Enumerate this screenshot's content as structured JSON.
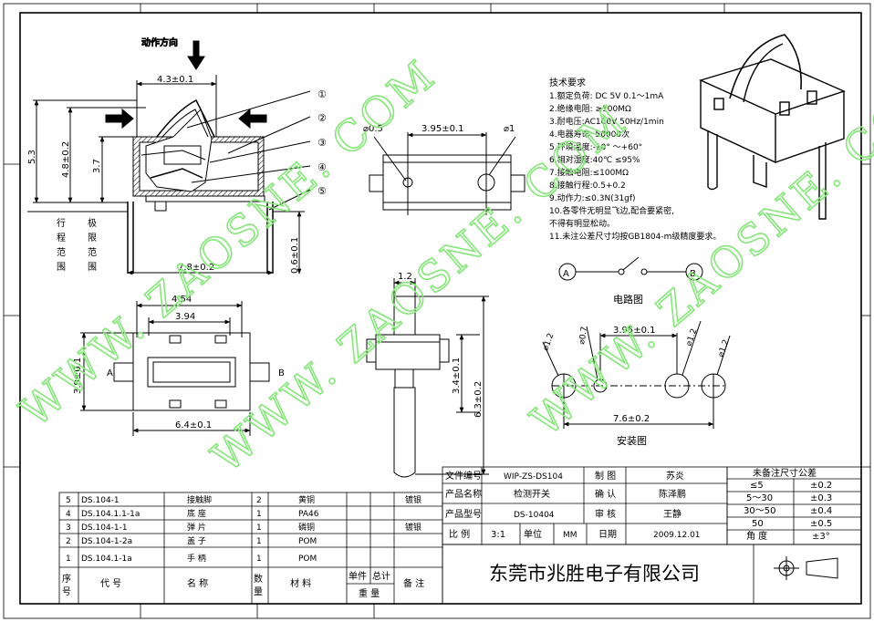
{
  "action_direction": "动作方向",
  "callouts": [
    "①",
    "②",
    "③",
    "④",
    "⑤"
  ],
  "dims": {
    "top_width": "4.3±0.1",
    "total_height": "5.3",
    "height_48": "4.8±0.2",
    "height_37": "3.7",
    "base_width": "7.8±0.2",
    "pin_height": "0.6±0.1",
    "stroke_travel": "行程范围",
    "limit_range": "极限范围",
    "hole_spacing": "3.95±0.1",
    "hole_left": "⌀0.5",
    "hole_right": "⌀1",
    "bottom_454": "4.54",
    "bottom_394": "3.94",
    "bottom_height": "3.9±0.1",
    "bottom_width": "6.4±0.1",
    "label_a": "A",
    "label_b": "B",
    "side_12": "1.2",
    "side_34": "3.4±0.1",
    "side_63": "6.3±0.2",
    "mount_spacing": "3.95±0.1",
    "mount_total": "7.6±0.2",
    "mount_d1": "⌀1.2",
    "mount_d2": "⌀0.7",
    "mount_d3": "⌀1.2",
    "mount_d4": "⌀1.2"
  },
  "tech": {
    "title": "技术要求",
    "items": [
      "1.额定负荷: DC 5V  0.1～1mA",
      "2.绝缘电阻: ≥100MΩ",
      "3.耐电压:AC100V 50Hz/1min",
      "4.电器寿命: 50000次",
      "5.环境温度:-10° ～+60°",
      "6.相对湿度:40℃  ≤95%",
      "7.接触电阻:≤100MΩ",
      "8.接触行程:0.5+0.2",
      "9.动作力:≤0.3N(31gf)",
      "10.各零件无明显飞边,配合要紧密,",
      "   不得有明显松动。",
      "11.未注公差尺寸均按GB1804-m级精度要求。"
    ]
  },
  "circuit": {
    "a": "A",
    "b": "B",
    "label": "电路图"
  },
  "mount_label": "安装图",
  "watermark": "WWW. ZAOSNE. COM",
  "bom": {
    "rows": [
      [
        "5",
        "DS.104-1",
        "接触脚",
        "2",
        "黄铜",
        "",
        "",
        "镀银"
      ],
      [
        "4",
        "DS.104.1.1-1a",
        "底 座",
        "1",
        "PA46",
        "",
        "",
        ""
      ],
      [
        "3",
        "DS.104-1-1",
        "弹 片",
        "1",
        "磷铜",
        "",
        "",
        "镀银"
      ],
      [
        "2",
        "DS.104-1-2a",
        "盖 子",
        "1",
        "POM",
        "",
        "",
        ""
      ],
      [
        "1",
        "DS.104.1-1a",
        "手 柄",
        "1",
        "POM",
        "",
        "",
        ""
      ]
    ],
    "headers": {
      "seq": "序号",
      "code": "代 号",
      "name": "名 称",
      "qty": "数量",
      "mat": "材 料",
      "unit": "单件",
      "total": "总计",
      "weight": "重 量",
      "note": "备 注"
    }
  },
  "title_block": {
    "doc_no_label": "文件编号",
    "doc_no": "WIP-ZS-DS104",
    "draw_label": "制 图",
    "draw": "苏炎",
    "product_name_label": "产品名称",
    "product_name": "检测开关",
    "check_label": "确 认",
    "check": "陈泽鹏",
    "model_label": "产品型号",
    "model": "DS-10404",
    "review_label": "审 核",
    "review": "王静",
    "scale_label": "比 例",
    "scale": "3:1",
    "unit_label": "单位",
    "unit": "MM",
    "date_label": "日期",
    "date": "2009.12.01",
    "company": "东莞市兆胜电子有限公司"
  },
  "tolerance": {
    "title": "未备注尺寸公差",
    "rows": [
      [
        "≤5",
        "±0.2"
      ],
      [
        "5～30",
        "±0.3"
      ],
      [
        "30～50",
        "±0.4"
      ],
      [
        "50",
        "±0.5"
      ],
      [
        "角 度",
        "±3°"
      ]
    ]
  }
}
